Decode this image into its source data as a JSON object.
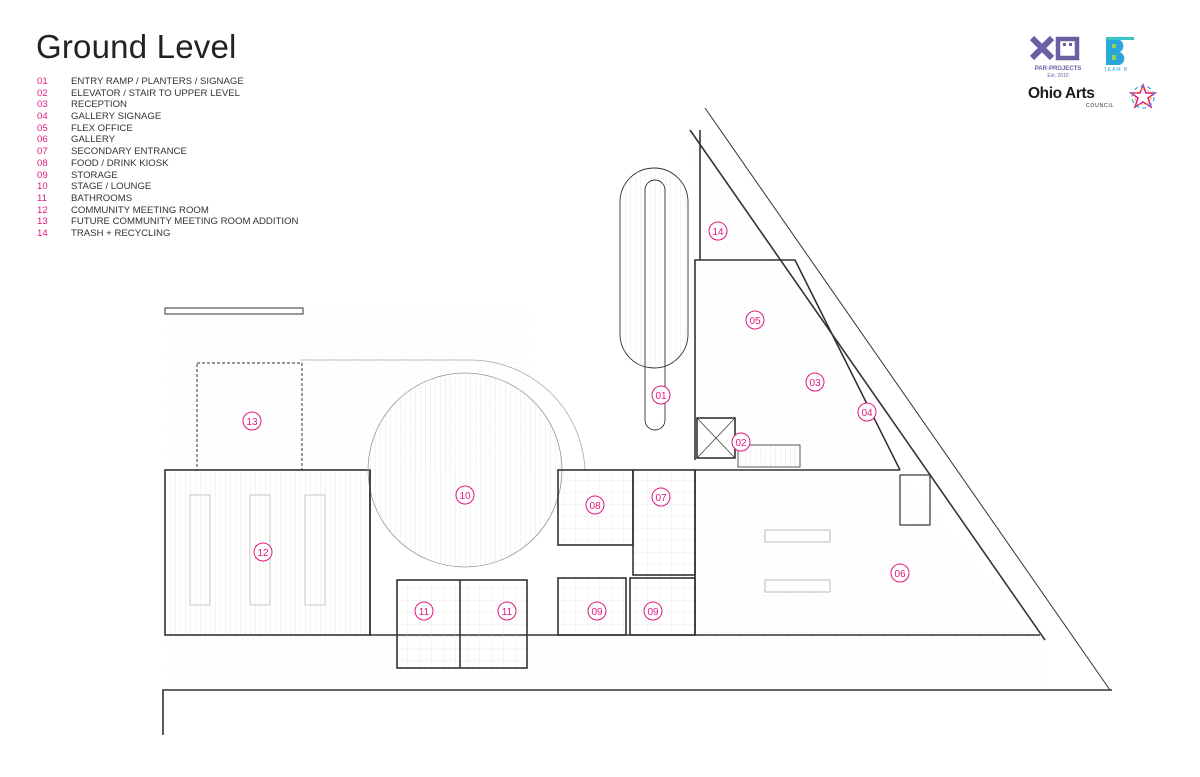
{
  "title": "Ground Level",
  "legend": [
    {
      "num": "01",
      "label": "ENTRY RAMP / PLANTERS / SIGNAGE"
    },
    {
      "num": "02",
      "label": "ELEVATOR / STAIR TO UPPER LEVEL"
    },
    {
      "num": "03",
      "label": "RECEPTION"
    },
    {
      "num": "04",
      "label": "GALLERY SIGNAGE"
    },
    {
      "num": "05",
      "label": "FLEX OFFICE"
    },
    {
      "num": "06",
      "label": "GALLERY"
    },
    {
      "num": "07",
      "label": "SECONDARY ENTRANCE"
    },
    {
      "num": "08",
      "label": "FOOD / DRINK KIOSK"
    },
    {
      "num": "09",
      "label": "STORAGE"
    },
    {
      "num": "10",
      "label": "STAGE / LOUNGE"
    },
    {
      "num": "11",
      "label": "BATHROOMS"
    },
    {
      "num": "12",
      "label": "COMMUNITY MEETING ROOM"
    },
    {
      "num": "13",
      "label": "FUTURE COMMUNITY MEETING ROOM ADDITION"
    },
    {
      "num": "14",
      "label": "TRASH + RECYCLING"
    }
  ],
  "markers": [
    "01",
    "02",
    "03",
    "04",
    "05",
    "06",
    "07",
    "08",
    "09",
    "09",
    "10",
    "11",
    "11",
    "12",
    "13",
    "14"
  ],
  "logos": {
    "par_projects": "PAR-PROJECTS",
    "par_est": "Est. 2010",
    "team_b": "TEAM B",
    "ohio_arts": "Ohio Arts",
    "council": "COUNCIL"
  },
  "colors": {
    "accent": "#e0177f",
    "line": "#333333",
    "par": "#6a5fa3",
    "teamb": "#2aa7d8"
  }
}
